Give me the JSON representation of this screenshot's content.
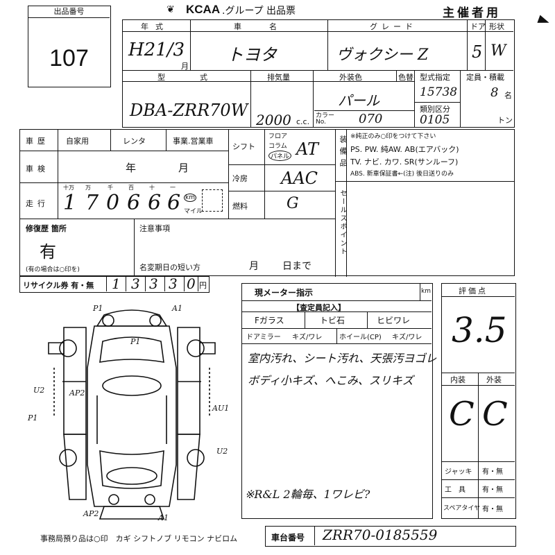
{
  "header": {
    "lot_label": "出品番号",
    "lot_number": "107",
    "logo_text": "KCAA",
    "group_title": ".グループ 出品票",
    "organizer": "主催者用"
  },
  "vehicle": {
    "year_label": "年式",
    "year_value": "H21/3",
    "year_suffix": "月",
    "make_label": "車名",
    "make_value": "トヨタ",
    "grade_label": "グレード",
    "grade_value": "ヴォクシー Z",
    "doors_label": "ドア",
    "doors_value": "5",
    "shape_label": "形状",
    "shape_value": "W",
    "model_label": "型式",
    "model_value": "DBA-ZRR70W",
    "displacement_label": "排気量",
    "displacement_value": "2000",
    "displacement_unit": "c.c.",
    "color_label": "外装色",
    "color_value": "パール",
    "color_change_label": "色替",
    "color_no_label": "カラーNo.",
    "color_no_value": "070",
    "type_designation_label": "型式指定",
    "type_designation_value": "15738",
    "category_label": "類別区分",
    "category_value": "0105",
    "capacity_label": "定員・積載",
    "capacity_value": "8",
    "capacity_unit": "名",
    "load_unit": "トン"
  },
  "history": {
    "label": "車歴",
    "options": [
      "自家用",
      "レンタ",
      "事業.営業車"
    ],
    "inspection_label": "車検",
    "inspection_year": "年",
    "inspection_month": "月",
    "mileage_label": "走行",
    "digit_labels": [
      "十万",
      "万",
      "千",
      "百",
      "十",
      "一"
    ],
    "digits": [
      "1",
      "7",
      "0",
      "6",
      "6",
      "6"
    ],
    "km_label": "km",
    "mile_label": "マイル"
  },
  "shift": {
    "label": "シフト",
    "options": [
      "フロア",
      "コラム",
      "パネル"
    ],
    "value": "AT",
    "ac_label": "冷房",
    "ac_value": "AAC",
    "fuel_label": "燃料",
    "fuel_value": "G"
  },
  "equipment": {
    "label": "装備品",
    "note": "※純正のみ○印をつけて下さい",
    "line1": "PS. PW. 純AW. AB(エアバック)",
    "line2": "TV. ナビ. カワ. SR(サンルーフ)",
    "line3": "ABS. 新車保証書←(注) 後日送りのみ"
  },
  "sales_point_label": "セールスポイント",
  "repair": {
    "label": "修復歴 箇所",
    "value": "有",
    "note": "(有の場合は○印を)"
  },
  "notes": {
    "label": "注意事項",
    "name_change_label": "名変期日の短い方",
    "month": "月",
    "day_until": "日まで"
  },
  "recycle": {
    "label": "リサイクル券 有・無",
    "digits": [
      "1",
      "3",
      "3",
      "3",
      "0"
    ],
    "unit": "円"
  },
  "meter": {
    "label": "現メーター指示",
    "unit": "km"
  },
  "assessment": {
    "header": "【査定員記入】",
    "glass": "Fガラス",
    "glass_items": [
      "トビ石",
      "ヒビワレ"
    ],
    "door_mirror": "ドアミラー",
    "mirror_scratch": "キズ/ワレ",
    "wheel": "ホイール(CP)",
    "wheel_scratch": "キズ/ワレ",
    "handwritten_1": "室内汚れ、シート汚れ、天張汚ヨゴレ",
    "handwritten_2": "ボディ小キズ、へこみ、スリキズ",
    "handwritten_3": "※R&L 2輪毎、1ワレビ?"
  },
  "score": {
    "label": "評価点",
    "value": "3.5",
    "interior_label": "内装",
    "exterior_label": "外装",
    "interior_value": "C",
    "exterior_value": "C"
  },
  "tools": {
    "jack_label": "ジャッキ",
    "tools_label": "工具",
    "spare_label": "スペアタイヤ",
    "option": "有・無"
  },
  "chassis": {
    "label": "車台番号",
    "value": "ZRR70-0185559"
  },
  "office_note": "事務局預り品は○印　カギ シフトノブ リモコン ナビロム",
  "damage_marks": [
    "P1",
    "A1",
    "P1",
    "U2",
    "P1",
    "AU1",
    "AP2",
    "U2",
    "AP2",
    "A1"
  ]
}
